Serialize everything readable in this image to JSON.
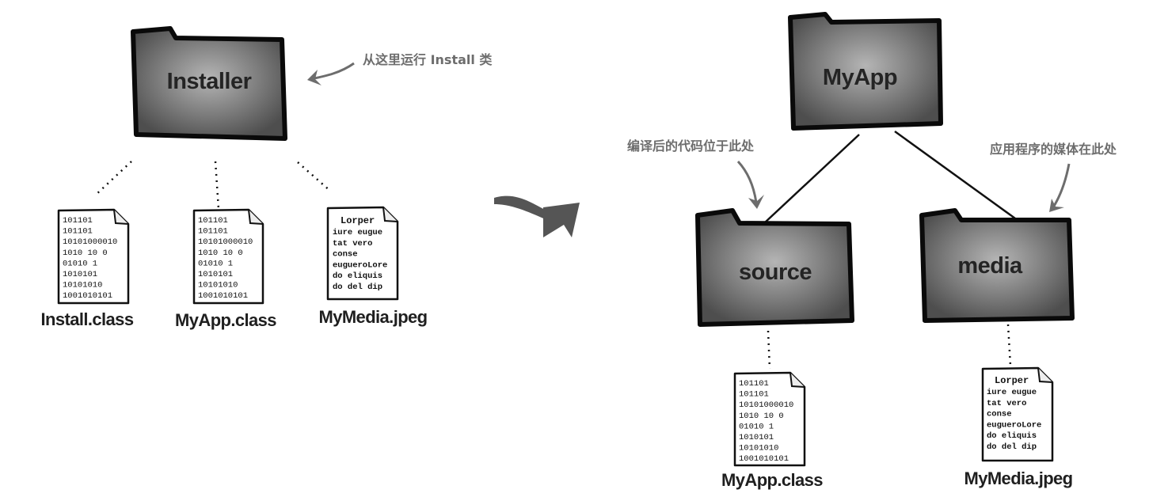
{
  "left": {
    "installer_folder": "Installer",
    "install_note": "从这里运行 Install 类",
    "files": [
      {
        "name": "Install.class",
        "lines": [
          "101101",
          "101101",
          "10101000010",
          "1010  10  0",
          "01010   1",
          "1010101",
          "10101010",
          "1001010101"
        ]
      },
      {
        "name": "MyApp.class",
        "lines": [
          "101101",
          "101101",
          "10101000010",
          "1010  10  0",
          "01010   1",
          "1010101",
          "10101010",
          "1001010101"
        ]
      },
      {
        "name": "MyMedia.jpeg",
        "title": "Lorper",
        "lines": [
          "iure eugue",
          "tat vero",
          "conse",
          "eugueroLore",
          "do eliquis",
          "do del dip"
        ]
      }
    ]
  },
  "right": {
    "root_folder": "MyApp",
    "source_folder": "source",
    "media_folder": "media",
    "source_note": "编译后的代码位于此处",
    "media_note": "应用程序的媒体在此处",
    "files": [
      {
        "name": "MyApp.class",
        "lines": [
          "101101",
          "101101",
          "10101000010",
          "1010  10  0",
          "01010   1",
          "1010101",
          "10101010",
          "1001010101"
        ]
      },
      {
        "name": "MyMedia.jpeg",
        "title": "Lorper",
        "lines": [
          "iure eugue",
          "tat vero",
          "conse",
          "eugueroLore",
          "do eliquis",
          "do del dip"
        ]
      }
    ]
  },
  "colors": {
    "folder_fill": "#6f6f6f",
    "folder_light": "#a8a8a8",
    "outline": "#0a0a0a",
    "note_gray": "#6d6d6d",
    "arrow_gray": "#5a5a5a"
  }
}
